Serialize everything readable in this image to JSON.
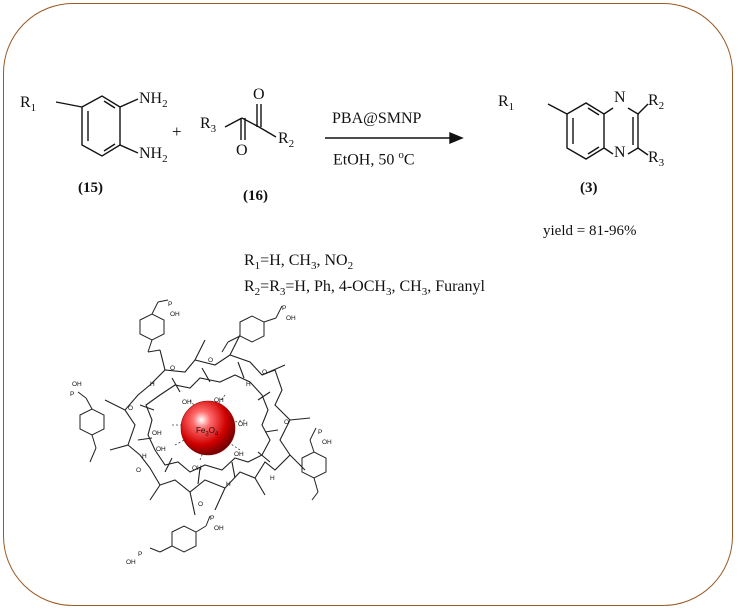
{
  "reactant_15": {
    "r1": "R",
    "r1_sub": "1",
    "nh2_top": "NH",
    "nh2_top_sub": "2",
    "nh2_bottom": "NH",
    "nh2_bottom_sub": "2",
    "label": "(15)"
  },
  "plus": "+",
  "reactant_16": {
    "o_top": "O",
    "o_bottom": "O",
    "r3": "R",
    "r3_sub": "3",
    "r2": "R",
    "r2_sub": "2",
    "label": "(16)"
  },
  "conditions": {
    "catalyst": "PBA@SMNP",
    "solvent_temp": "EtOH, 50 ",
    "degree": "o",
    "unit": "C"
  },
  "product_3": {
    "r1": "R",
    "r1_sub": "1",
    "n_top": "N",
    "n_bottom": "N",
    "r2": "R",
    "r2_sub": "2",
    "r3": "R",
    "r3_sub": "3",
    "label": "(3)"
  },
  "yield": "yield = 81-96%",
  "substituents": {
    "line1_prefix": "R",
    "line1_sub": "1",
    "line1_mid": "=H, CH",
    "line1_sub2": "3",
    "line1_mid2": ", NO",
    "line1_sub3": "2",
    "line2_r2": "R",
    "line2_r2_sub": "2",
    "line2_eq": "=R",
    "line2_r3_sub": "3",
    "line2_mid": "=H, Ph, 4-OCH",
    "line2_sub2": "3",
    "line2_mid2": ", CH",
    "line2_sub3": "3",
    "line2_end": ", Furanyl"
  },
  "catalyst_structure": {
    "core": "Fe",
    "core_sub1": "3",
    "core_o": "O",
    "core_sub2": "4",
    "oh": "OH",
    "h": "H",
    "o": "O",
    "p": "P",
    "hoh": "OH"
  }
}
